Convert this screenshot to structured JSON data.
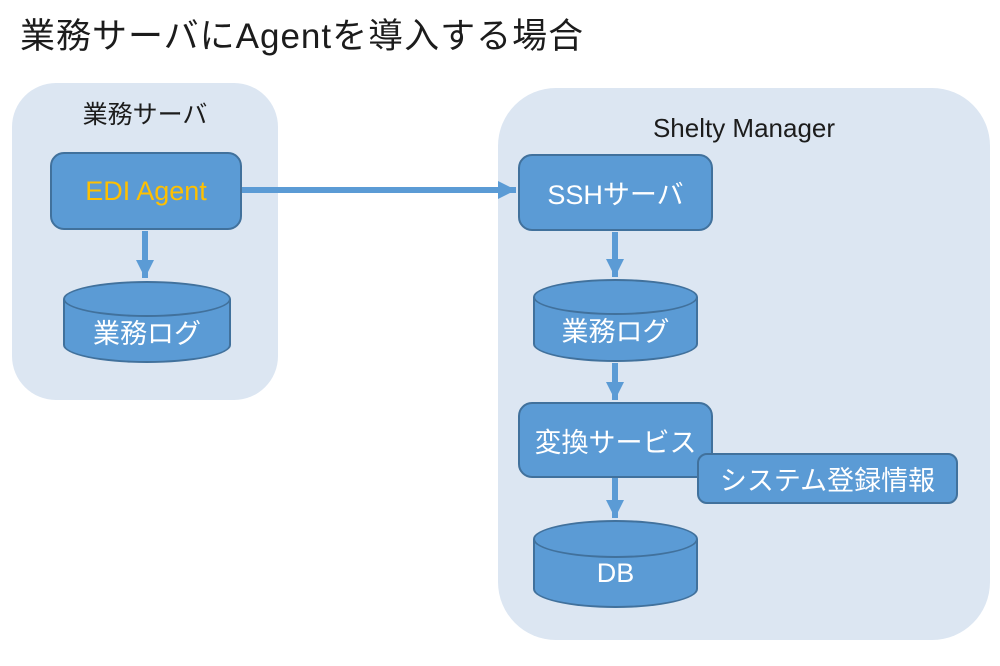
{
  "title": "業務サーバにAgentを導入する場合",
  "colors": {
    "shape": "#5b9bd5",
    "line": "#41719c",
    "container": "#dce6f2",
    "gold": "#ffc000",
    "text-dark": "#1c1c1c",
    "text-light": "#ffffff"
  },
  "containers": {
    "business_server": {
      "label": "業務サーバ"
    },
    "shelty_manager": {
      "label": "Shelty Manager"
    }
  },
  "nodes": {
    "edi_agent": {
      "label": "EDI Agent",
      "container": "business_server",
      "shape": "rounded-box"
    },
    "business_log_left": {
      "label": "業務ログ",
      "container": "business_server",
      "shape": "cylinder"
    },
    "ssh_server": {
      "label": "SSHサーバ",
      "container": "shelty_manager",
      "shape": "rounded-box"
    },
    "business_log_right": {
      "label": "業務ログ",
      "container": "shelty_manager",
      "shape": "cylinder"
    },
    "conversion_service": {
      "label": "変換サービス",
      "container": "shelty_manager",
      "shape": "rounded-box"
    },
    "system_registration_info": {
      "label": "システム登録情報",
      "container": "shelty_manager",
      "shape": "rounded-box"
    },
    "db": {
      "label": "DB",
      "container": "shelty_manager",
      "shape": "cylinder"
    }
  },
  "edges": [
    {
      "from": "edi_agent",
      "to": "ssh_server",
      "direction": "right"
    },
    {
      "from": "edi_agent",
      "to": "business_log_left",
      "direction": "down"
    },
    {
      "from": "ssh_server",
      "to": "business_log_right",
      "direction": "down"
    },
    {
      "from": "business_log_right",
      "to": "conversion_service",
      "direction": "down"
    },
    {
      "from": "conversion_service",
      "to": "db",
      "direction": "down"
    }
  ]
}
